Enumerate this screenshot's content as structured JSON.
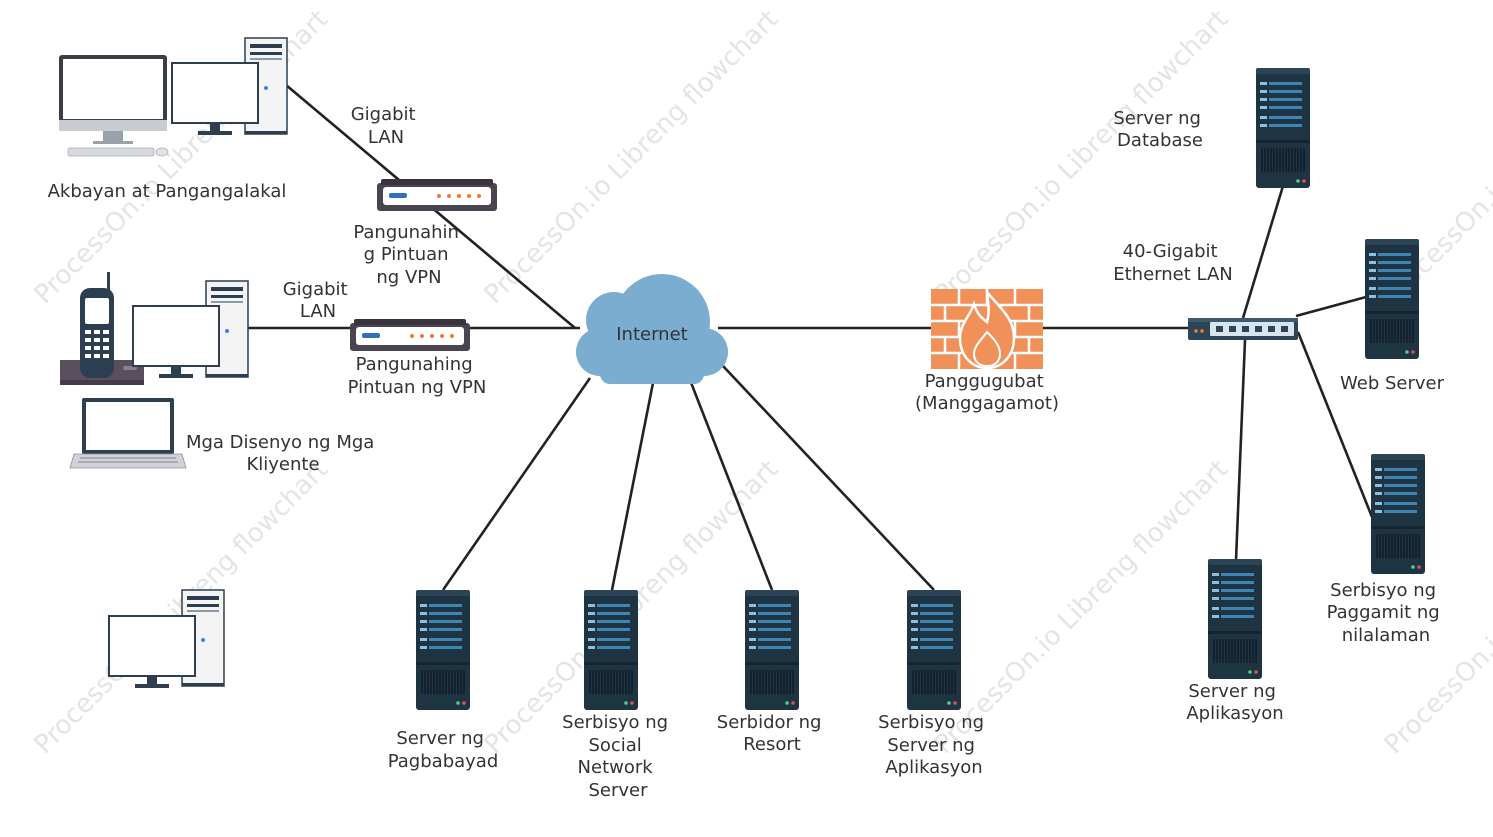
{
  "watermark": "ProcessOn.io Libreng flowchart",
  "nodes": {
    "internet": "Internet",
    "firewall": [
      "Panggugubat",
      "(Manggagamot)"
    ],
    "vpn_top": [
      "Pangunahin",
      "g Pintuan",
      "ng VPN"
    ],
    "vpn_mid": [
      "Pangunahing",
      "Pintuan ng VPN"
    ],
    "lan_top": [
      "Gigabit",
      "LAN"
    ],
    "lan_mid": [
      "Gigabit",
      "LAN"
    ],
    "lan_40g": [
      "40-Gigabit",
      "Ethernet LAN"
    ],
    "client_top": [
      "Akbayan at Pangangalakal"
    ],
    "client_mid": [
      "Mga Disenyo ng Mga",
      "Kliyente"
    ],
    "srv_payment": [
      "Server ng",
      "Pagbabayad"
    ],
    "srv_social": [
      "Serbisyo ng",
      "Social",
      "Network",
      "Server"
    ],
    "srv_resort": [
      "Serbidor ng",
      "Resort"
    ],
    "srv_appsvc": [
      "Serbisyo ng",
      "Server ng",
      "Aplikasyon"
    ],
    "srv_database": [
      "Server ng",
      "Database"
    ],
    "srv_web": [
      "Web Server"
    ],
    "srv_content": [
      "Serbisyo ng",
      "Paggamit ng",
      "nilalaman"
    ],
    "srv_app": [
      "Server ng",
      "Aplikasyon"
    ]
  },
  "colors": {
    "line": "#222222",
    "cloud": "#7aadd0",
    "firewall": "#f0915a",
    "server": "#1f3442",
    "server_stripe": "#3d86b3",
    "router": "#4a4450",
    "label": "#333333"
  }
}
